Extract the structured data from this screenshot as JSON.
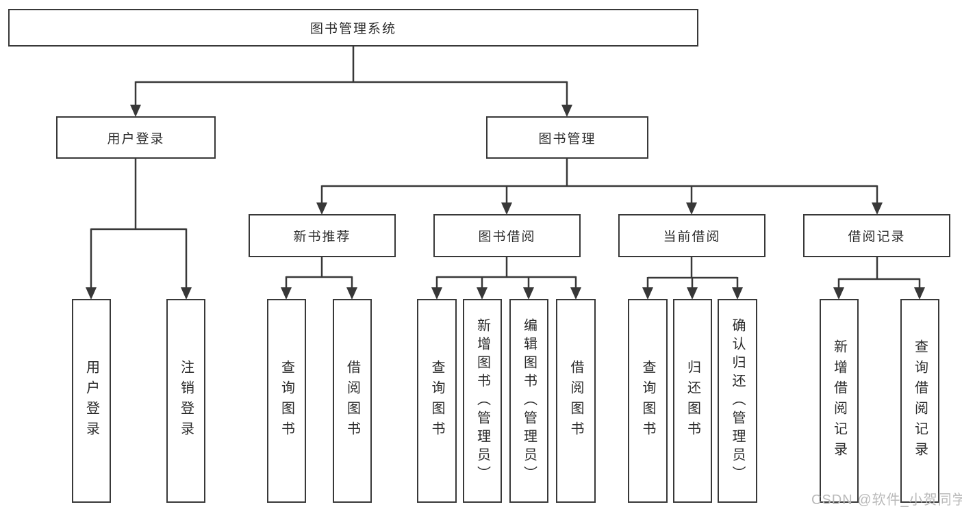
{
  "tree": {
    "label": "图书管理系统",
    "children": [
      {
        "label": "用户登录",
        "children": [
          {
            "label": "用户登录"
          },
          {
            "label": "注销登录"
          }
        ]
      },
      {
        "label": "图书管理",
        "children": [
          {
            "label": "新书推荐",
            "children": [
              {
                "label": "查询图书"
              },
              {
                "label": "借阅图书"
              }
            ]
          },
          {
            "label": "图书借阅",
            "children": [
              {
                "label": "查询图书"
              },
              {
                "label": "新增图书（管理员）"
              },
              {
                "label": "编辑图书（管理员）"
              },
              {
                "label": "借阅图书"
              }
            ]
          },
          {
            "label": "当前借阅",
            "children": [
              {
                "label": "查询图书"
              },
              {
                "label": "归还图书"
              },
              {
                "label": "确认归还（管理员）"
              }
            ]
          },
          {
            "label": "借阅记录",
            "children": [
              {
                "label": "新增借阅记录"
              },
              {
                "label": "查询借阅记录"
              }
            ]
          }
        ]
      }
    ]
  },
  "watermark": {
    "text": "CSDN @软件_小贺同学"
  },
  "colors": {
    "line": "#383838",
    "box_border": "#383838",
    "text": "#2b2b2b",
    "watermark": "#b9b9b9",
    "background": "#ffffff"
  }
}
